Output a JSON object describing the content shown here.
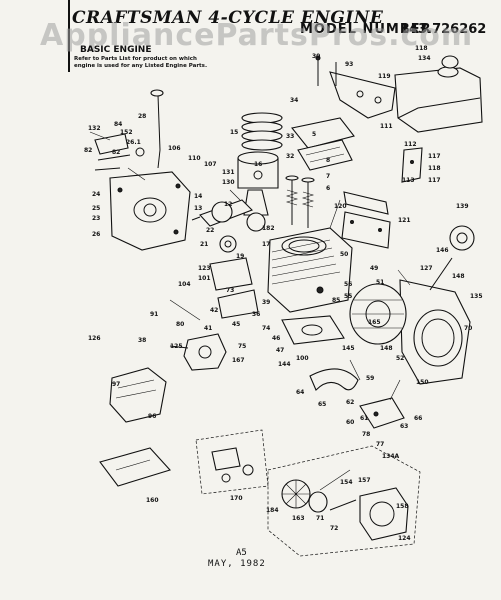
{
  "header": {
    "title": "CRAFTSMAN 4-CYCLE ENGINE",
    "model_label": "MODEL NUMBER",
    "model_number": "143.726262"
  },
  "watermark": "AppliancePartsPros.com",
  "section": {
    "title": "BASIC ENGINE",
    "note": "Refer to Parts List for product on which engine is used for any Listed Engine Parts."
  },
  "footer": {
    "page": "A5",
    "date": "MAY, 1982"
  },
  "callouts": [
    {
      "id": "c30",
      "text": "30"
    },
    {
      "id": "c93",
      "text": "93"
    },
    {
      "id": "c119",
      "text": "119"
    },
    {
      "id": "c118",
      "text": "118"
    },
    {
      "id": "c134",
      "text": "134"
    },
    {
      "id": "c34",
      "text": "34"
    },
    {
      "id": "c111",
      "text": "111"
    },
    {
      "id": "c28",
      "text": "28"
    },
    {
      "id": "c132",
      "text": "132"
    },
    {
      "id": "c84",
      "text": "84"
    },
    {
      "id": "c152",
      "text": "152"
    },
    {
      "id": "c26",
      "text": "26.1"
    },
    {
      "id": "c82",
      "text": "82"
    },
    {
      "id": "c82b",
      "text": "82"
    },
    {
      "id": "c5",
      "text": "5"
    },
    {
      "id": "c33",
      "text": "33"
    },
    {
      "id": "c32",
      "text": "32"
    },
    {
      "id": "c8",
      "text": "8"
    },
    {
      "id": "c112",
      "text": "112"
    },
    {
      "id": "c117",
      "text": "117"
    },
    {
      "id": "c118b",
      "text": "118"
    },
    {
      "id": "c117b",
      "text": "117"
    },
    {
      "id": "c113",
      "text": "113"
    },
    {
      "id": "c15",
      "text": "15"
    },
    {
      "id": "c106",
      "text": "106"
    },
    {
      "id": "c110",
      "text": "110"
    },
    {
      "id": "c107",
      "text": "107"
    },
    {
      "id": "c16",
      "text": "16"
    },
    {
      "id": "c131",
      "text": "131"
    },
    {
      "id": "c130",
      "text": "130"
    },
    {
      "id": "c7",
      "text": "7"
    },
    {
      "id": "c6",
      "text": "6"
    },
    {
      "id": "c120",
      "text": "120"
    },
    {
      "id": "c121",
      "text": "121"
    },
    {
      "id": "c139",
      "text": "139"
    },
    {
      "id": "c22",
      "text": "22"
    },
    {
      "id": "c12",
      "text": "12"
    },
    {
      "id": "c24",
      "text": "24"
    },
    {
      "id": "c25",
      "text": "25"
    },
    {
      "id": "c23",
      "text": "23"
    },
    {
      "id": "c26b",
      "text": "26"
    },
    {
      "id": "c14",
      "text": "14"
    },
    {
      "id": "c13",
      "text": "13"
    },
    {
      "id": "c21",
      "text": "21"
    },
    {
      "id": "c19",
      "text": "19"
    },
    {
      "id": "c17",
      "text": "17"
    },
    {
      "id": "c182",
      "text": "182"
    },
    {
      "id": "c146",
      "text": "146"
    },
    {
      "id": "c127",
      "text": "127"
    },
    {
      "id": "c148",
      "text": "148"
    },
    {
      "id": "c135",
      "text": "135"
    },
    {
      "id": "c50",
      "text": "50"
    },
    {
      "id": "c49",
      "text": "49"
    },
    {
      "id": "c56",
      "text": "56"
    },
    {
      "id": "c55",
      "text": "55"
    },
    {
      "id": "c51",
      "text": "51"
    },
    {
      "id": "c104",
      "text": "104"
    },
    {
      "id": "c101",
      "text": "101"
    },
    {
      "id": "c123",
      "text": "123"
    },
    {
      "id": "c73",
      "text": "73"
    },
    {
      "id": "c42",
      "text": "42"
    },
    {
      "id": "c36",
      "text": "36"
    },
    {
      "id": "c39",
      "text": "39"
    },
    {
      "id": "c85",
      "text": "85"
    },
    {
      "id": "c165",
      "text": "165"
    },
    {
      "id": "c70",
      "text": "70"
    },
    {
      "id": "c91",
      "text": "91"
    },
    {
      "id": "c80",
      "text": "80"
    },
    {
      "id": "c41",
      "text": "41"
    },
    {
      "id": "c45",
      "text": "45"
    },
    {
      "id": "c74",
      "text": "74"
    },
    {
      "id": "c126",
      "text": "126"
    },
    {
      "id": "c38",
      "text": "38"
    },
    {
      "id": "c125",
      "text": "125"
    },
    {
      "id": "c167",
      "text": "167"
    },
    {
      "id": "c75",
      "text": "75"
    },
    {
      "id": "c46",
      "text": "46"
    },
    {
      "id": "c47",
      "text": "47"
    },
    {
      "id": "c100",
      "text": "100"
    },
    {
      "id": "c144",
      "text": "144"
    },
    {
      "id": "c145",
      "text": "145"
    },
    {
      "id": "c148b",
      "text": "148"
    },
    {
      "id": "c150",
      "text": "150"
    },
    {
      "id": "c52",
      "text": "52"
    },
    {
      "id": "c97",
      "text": "97"
    },
    {
      "id": "c64",
      "text": "64"
    },
    {
      "id": "c65",
      "text": "65"
    },
    {
      "id": "c62",
      "text": "62"
    },
    {
      "id": "c96",
      "text": "96"
    },
    {
      "id": "c59",
      "text": "59"
    },
    {
      "id": "c60",
      "text": "60"
    },
    {
      "id": "c61",
      "text": "61"
    },
    {
      "id": "c77",
      "text": "77"
    },
    {
      "id": "c78",
      "text": "78"
    },
    {
      "id": "c63",
      "text": "63"
    },
    {
      "id": "c66",
      "text": "66"
    },
    {
      "id": "c134a",
      "text": "134A"
    },
    {
      "id": "c160",
      "text": "160"
    },
    {
      "id": "c170",
      "text": "170"
    },
    {
      "id": "c154",
      "text": "154"
    },
    {
      "id": "c157",
      "text": "157"
    },
    {
      "id": "c158",
      "text": "158"
    },
    {
      "id": "c184",
      "text": "184"
    },
    {
      "id": "c163",
      "text": "163"
    },
    {
      "id": "c71",
      "text": "71"
    },
    {
      "id": "c72",
      "text": "72"
    },
    {
      "id": "c124",
      "text": "124"
    }
  ]
}
